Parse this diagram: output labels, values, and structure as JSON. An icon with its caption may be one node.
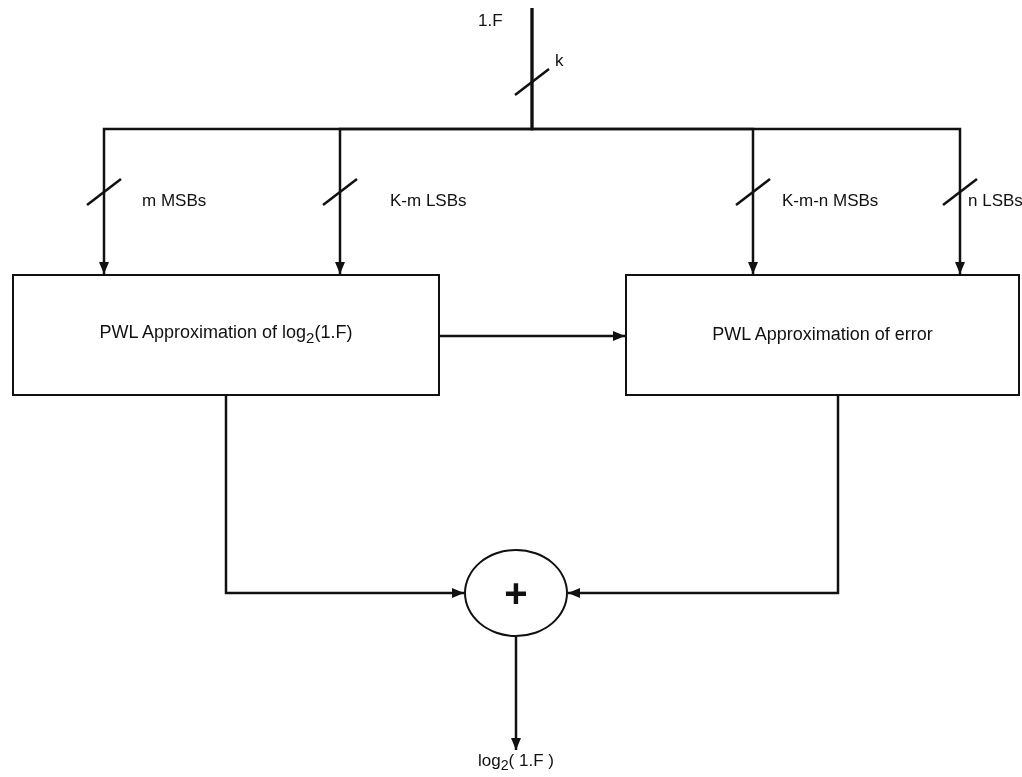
{
  "diagram": {
    "nodes": [
      {
        "text": [
          "1.F"
        ]
      },
      {
        "text": [
          "PWL Approximation of log$_{2}$(1.F)"
        ]
      },
      {
        "text": [
          "PWL Approximation of error"
        ]
      },
      {
        "text": [
          "+"
        ]
      },
      {
        "text": [
          "log$_{2}$( 1.F )"
        ]
      }
    ],
    "edges": [
      {
        "from": 0,
        "to": 1,
        "arrow": "to",
        "label": "m MSBs"
      },
      {
        "from": 0,
        "to": 1,
        "arrow": "to",
        "label": "K-m LSBs"
      },
      {
        "from": 0,
        "to": 2,
        "arrow": "to",
        "label": "K-m-n MSBs"
      },
      {
        "from": 0,
        "to": 2,
        "arrow": "to",
        "label": "n LSBs"
      },
      {
        "from": 1,
        "to": 2,
        "arrow": "to"
      },
      {
        "from": 1,
        "to": 3,
        "arrow": "to"
      },
      {
        "from": 2,
        "to": 3,
        "arrow": "to"
      },
      {
        "from": 3,
        "to": 4,
        "arrow": "to"
      }
    ],
    "labels": [
      "k"
    ]
  }
}
